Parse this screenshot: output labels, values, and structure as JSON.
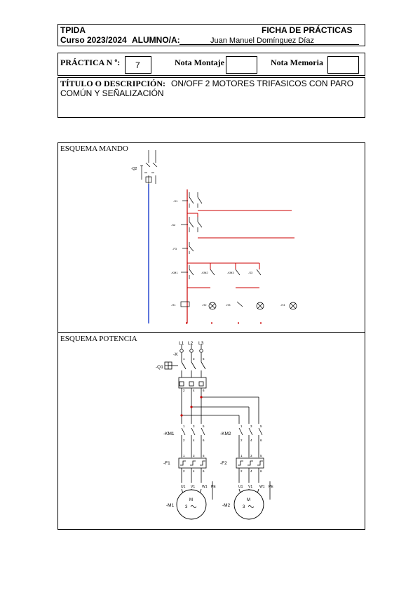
{
  "header": {
    "subject": "TPIDA",
    "sheet_title": "FICHA DE PRÁCTICAS",
    "course_label": "Curso 2023/2024",
    "student_label": "ALUMNO/A:",
    "student_name": "Juan Manuel Domínguez Díaz"
  },
  "practice": {
    "number_label": "PRÁCTICA N º:",
    "number_value": "7",
    "assembly_grade_label": "Nota Montaje",
    "assembly_grade_value": "",
    "report_grade_label": "Nota Memoria",
    "report_grade_value": ""
  },
  "title_section": {
    "label": "TÍTULO O DESCRIPCIÓN:",
    "text_line1": "ON/OFF 2 MOTORES TRIFASICOS CON PARO",
    "text_line2": "COMÚN Y SEÑALIZACIÓN"
  },
  "control_scheme": {
    "label": "ESQUEMA MANDO",
    "device_tags": [
      "-Q2",
      "-F3",
      "-S1",
      "-S2",
      "-S3",
      "-KM1",
      "-KM2",
      "-KM3",
      "-H1",
      "-H2",
      "-H3",
      "-H4"
    ]
  },
  "power_scheme": {
    "label": "ESQUEMA POTENCIA",
    "phases": [
      "L1",
      "L2",
      "L3"
    ],
    "supply_tag": "-X",
    "main_switch": "-Q1",
    "contactors": [
      "-KM1",
      "-KM2"
    ],
    "overloads": [
      "-F1",
      "-F2"
    ],
    "motors": [
      "-M1",
      "-M2"
    ],
    "motor_symbol": "M",
    "motor_phases": "3",
    "terminals_top": [
      "1",
      "3",
      "5"
    ],
    "terminals_bottom": [
      "2",
      "4",
      "6"
    ],
    "motor_terminals": [
      "U1",
      "V1",
      "W1",
      "PE"
    ]
  },
  "colors": {
    "line_red": "#cc0000",
    "line_blue": "#1a3ccc",
    "line_black": "#000000"
  }
}
